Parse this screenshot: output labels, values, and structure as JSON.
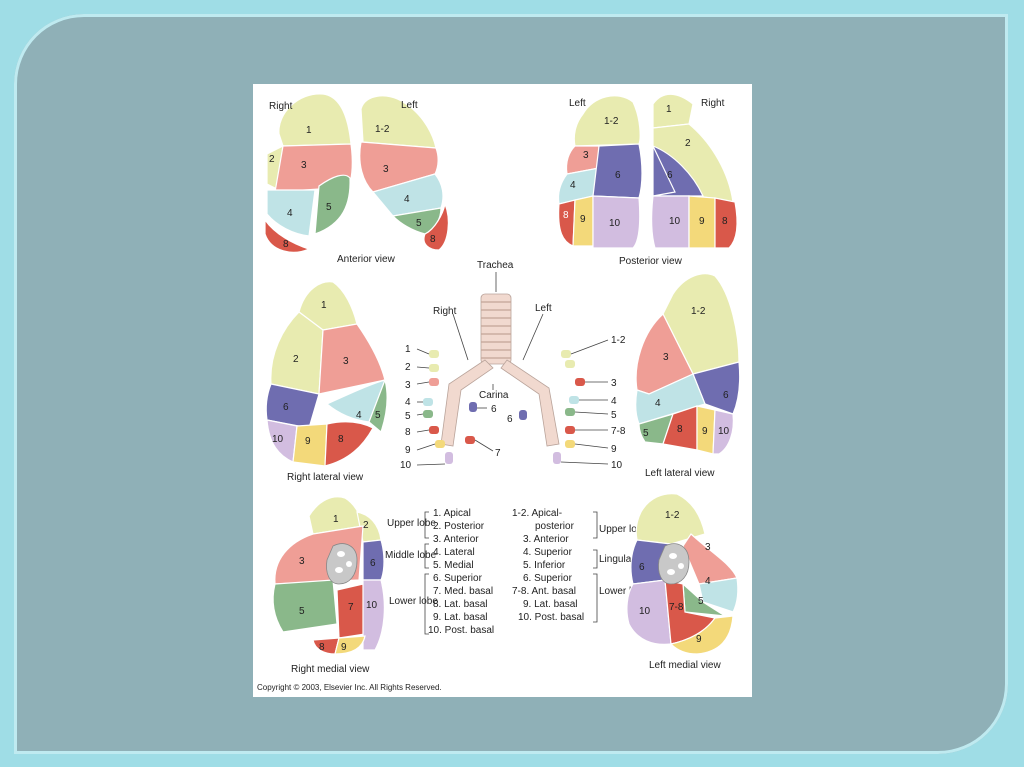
{
  "colors": {
    "apical": "#e8ebb0",
    "posterior_apex": "#e8ebb0",
    "anterior": "#ef9e96",
    "lateral": "#bfe3e6",
    "medial": "#8ab88a",
    "superior": "#6f6db0",
    "med_basal": "#d9584a",
    "ant_basal": "#d9584a",
    "lat_basal": "#f3d97a",
    "post_basal": "#d2bde0",
    "hilum": "#c8c8c8",
    "airway_ring": "#f1d9cf"
  },
  "views": {
    "anterior": {
      "caption": "Anterior view",
      "side_right": "Right",
      "side_left": "Left",
      "right_labels": [
        "1",
        "2",
        "3",
        "4",
        "5",
        "8"
      ],
      "left_labels": [
        "1-2",
        "3",
        "4",
        "5",
        "8"
      ]
    },
    "posterior": {
      "caption": "Posterior view",
      "side_left": "Left",
      "side_right": "Right",
      "left_labels": [
        "1-2",
        "3",
        "4",
        "6",
        "8",
        "9",
        "10"
      ],
      "right_labels": [
        "1",
        "2",
        "6",
        "10",
        "9",
        "8"
      ]
    },
    "right_lateral": {
      "caption": "Right lateral view",
      "labels": [
        "1",
        "2",
        "3",
        "6",
        "4",
        "5",
        "10",
        "9",
        "8"
      ]
    },
    "left_lateral": {
      "caption": "Left lateral view",
      "labels": [
        "1-2",
        "3",
        "4",
        "6",
        "5",
        "8",
        "9",
        "10"
      ]
    },
    "right_medial": {
      "caption": "Right medial view",
      "labels": [
        "1",
        "2",
        "3",
        "6",
        "5",
        "7",
        "10",
        "8",
        "9"
      ]
    },
    "left_medial": {
      "caption": "Left medial view",
      "labels": [
        "1-2",
        "3",
        "6",
        "4",
        "5",
        "10",
        "7-8",
        "9"
      ]
    }
  },
  "bronchi": {
    "trachea": "Trachea",
    "right": "Right",
    "left": "Left",
    "carina": "Carina",
    "right_numbers": [
      "1",
      "2",
      "3",
      "4",
      "5",
      "8",
      "9",
      "10"
    ],
    "right_six": "6",
    "right_seven": "7",
    "left_numbers": [
      "1-2",
      "3",
      "4",
      "5",
      "7-8",
      "9",
      "10"
    ],
    "left_six": "6"
  },
  "legend": {
    "right": {
      "upper_lobe": "Upper lobe",
      "middle_lobe": "Middle lobe",
      "lower_lobe": "Lower lobe",
      "items": [
        "1.  Apical",
        "2.  Posterior",
        "3.  Anterior",
        "4.  Lateral",
        "5.  Medial",
        "6.  Superior",
        "7.  Med. basal",
        "8.  Lat. basal",
        "9.  Lat. basal",
        "10.  Post. basal"
      ]
    },
    "left": {
      "upper_lobe": "Upper lobe",
      "lingula": "Lingula",
      "lower_lobe": "Lower lobe",
      "items": [
        "1-2.  Apical-",
        "posterior",
        "3.  Anterior",
        "4.  Superior",
        "5.  Inferior",
        "6.  Superior",
        "7-8.  Ant. basal",
        "9.  Lat. basal",
        "10.  Post. basal"
      ]
    }
  },
  "copyright": "Copyright © 2003, Elsevier Inc. All Rights Reserved."
}
